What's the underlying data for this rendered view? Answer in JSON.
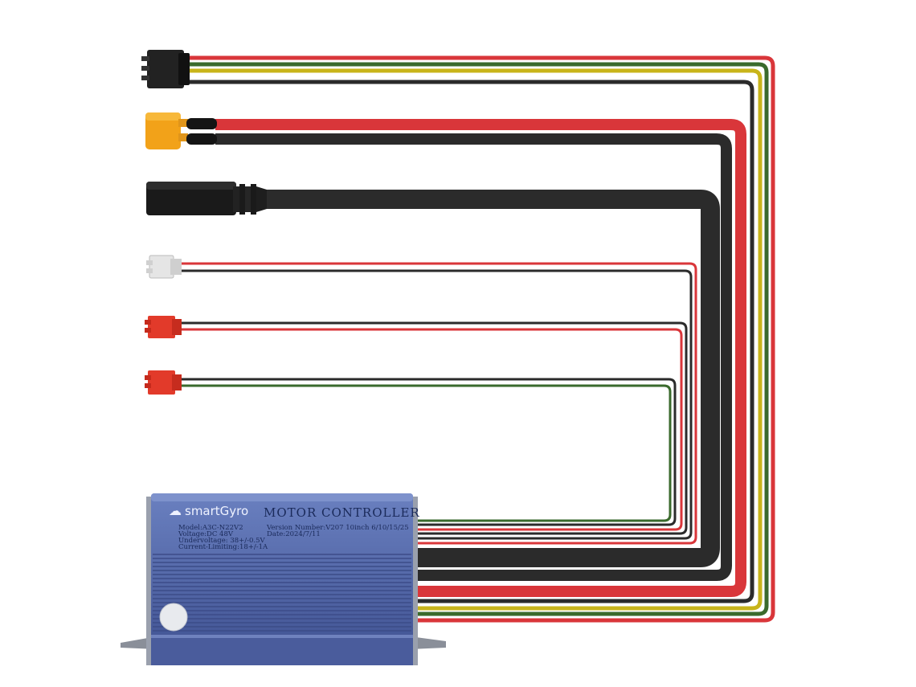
{
  "controller": {
    "brand": "smartGyro",
    "title": "MOTOR CONTROLLER",
    "specs_left": [
      "Model:A3C-N22V2",
      "Voltage:DC 48V",
      "Undervoltage: 38+/-0.5V",
      "Current-Limiting:18+/-1A"
    ],
    "specs_right": [
      "Version  Number:V207 10inch  6/10/15/25",
      "Date:2024/7/11"
    ],
    "body_color": "#5468a8"
  },
  "wire_colors": {
    "red": "#d9363a",
    "yellow": "#c8b41a",
    "green": "#3a6a2c",
    "black": "#2b2b2b"
  },
  "connectors": [
    {
      "name": "4-pin-signal-connector",
      "wires": [
        "red",
        "green",
        "yellow",
        "black"
      ]
    },
    {
      "name": "xt-power-connector",
      "wires": [
        "red",
        "black"
      ]
    },
    {
      "name": "round-motor-plug",
      "wires": [
        "black"
      ]
    },
    {
      "name": "white-2-pin-connector",
      "wires": [
        "red",
        "black"
      ]
    },
    {
      "name": "red-2-pin-connector-a",
      "wires": [
        "black",
        "red"
      ]
    },
    {
      "name": "red-2-pin-connector-b",
      "wires": [
        "black",
        "green"
      ]
    }
  ]
}
